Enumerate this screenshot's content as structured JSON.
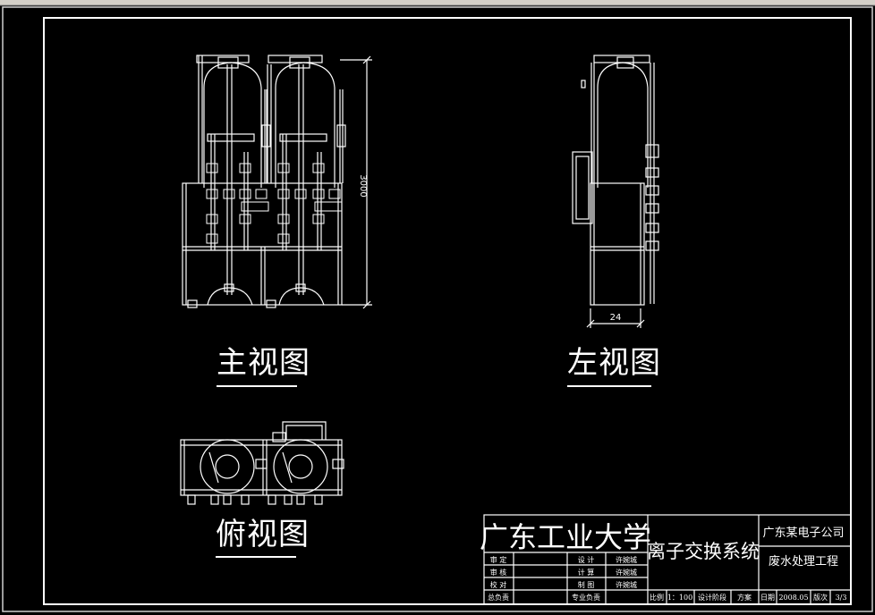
{
  "views": {
    "front": {
      "label": "主视图",
      "dimension": "3000"
    },
    "left": {
      "label": "左视图",
      "dimension": "24"
    },
    "top": {
      "label": "俯视图"
    }
  },
  "title_block": {
    "university": "广东工业大学",
    "project_title": "离子交换系统",
    "client": "广东某电子公司",
    "engineering": "废水处理工程",
    "left_rows": [
      "审 定",
      "审 核",
      "校 对",
      "总负责"
    ],
    "mid_rows": [
      "设 计",
      "计 算",
      "制 图",
      "专业负责"
    ],
    "names": [
      "许婉城",
      "许婉城",
      "许婉城"
    ],
    "scale_label": "比例",
    "scale_value": "1：100",
    "stage_label": "设计阶段",
    "stage_value": "方案",
    "date_label": "日期",
    "date_value": "2008.05",
    "sheet_label": "版次",
    "sheet_value": "3/3"
  },
  "colors": {
    "background": "#000000",
    "lines": "#ffffff",
    "outer_frame": "#c8c8c8"
  }
}
